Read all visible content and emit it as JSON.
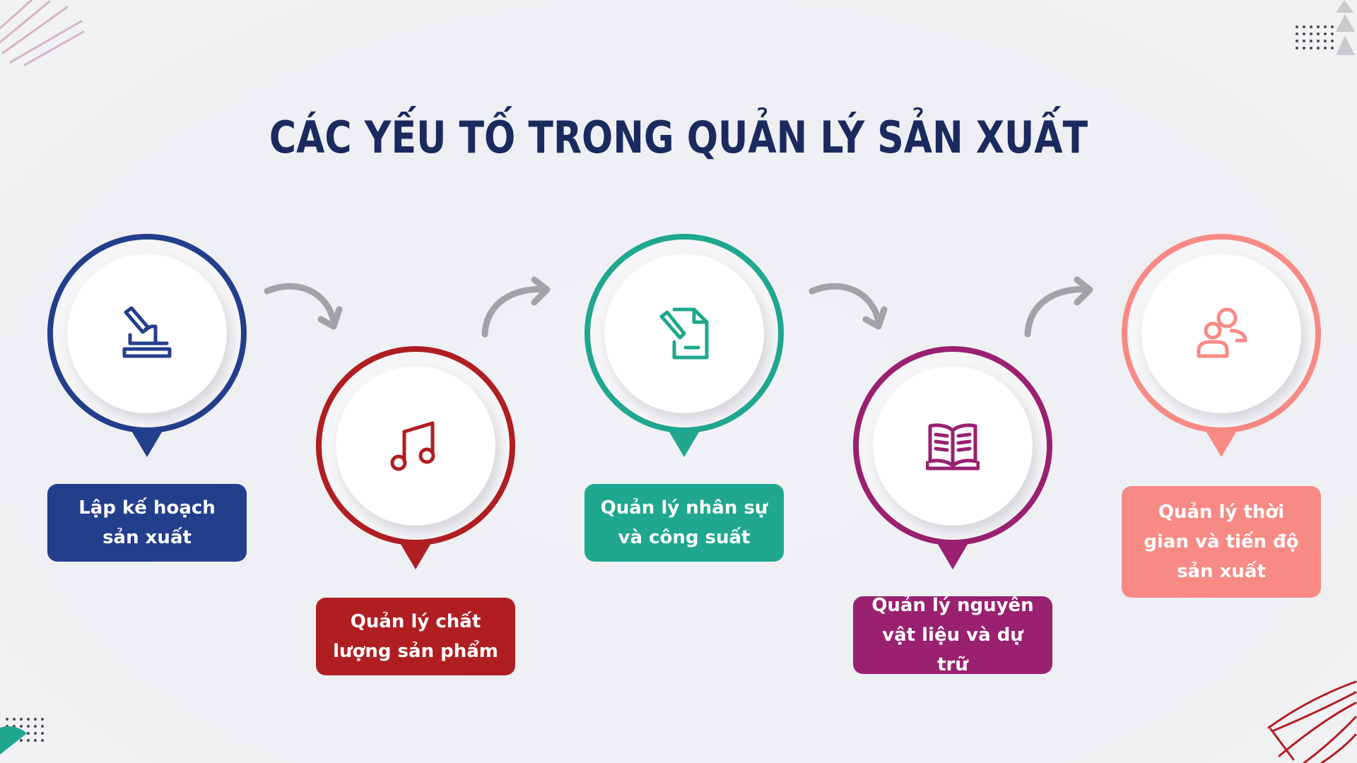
{
  "title": "CÁC YẾU TỐ TRONG QUẢN LÝ SẢN XUẤT",
  "items": [
    {
      "label": "Lập kế hoạch sản xuất",
      "color": "#233e8b",
      "icon": "stamp-icon"
    },
    {
      "label": "Quản lý chất lượng sản phẩm",
      "color": "#b01e22",
      "icon": "music-note-icon"
    },
    {
      "label": "Quản lý nhân sự và công suất",
      "color": "#1fa78f",
      "icon": "document-sign-icon"
    },
    {
      "label": "Quản lý nguyên vật liệu và dự trữ",
      "color": "#9a2070",
      "icon": "open-book-icon"
    },
    {
      "label": "Quản lý thời gian và tiến độ sản xuất",
      "color": "#f88a85",
      "icon": "users-icon"
    }
  ],
  "arrow_color": "#a3a3a6"
}
